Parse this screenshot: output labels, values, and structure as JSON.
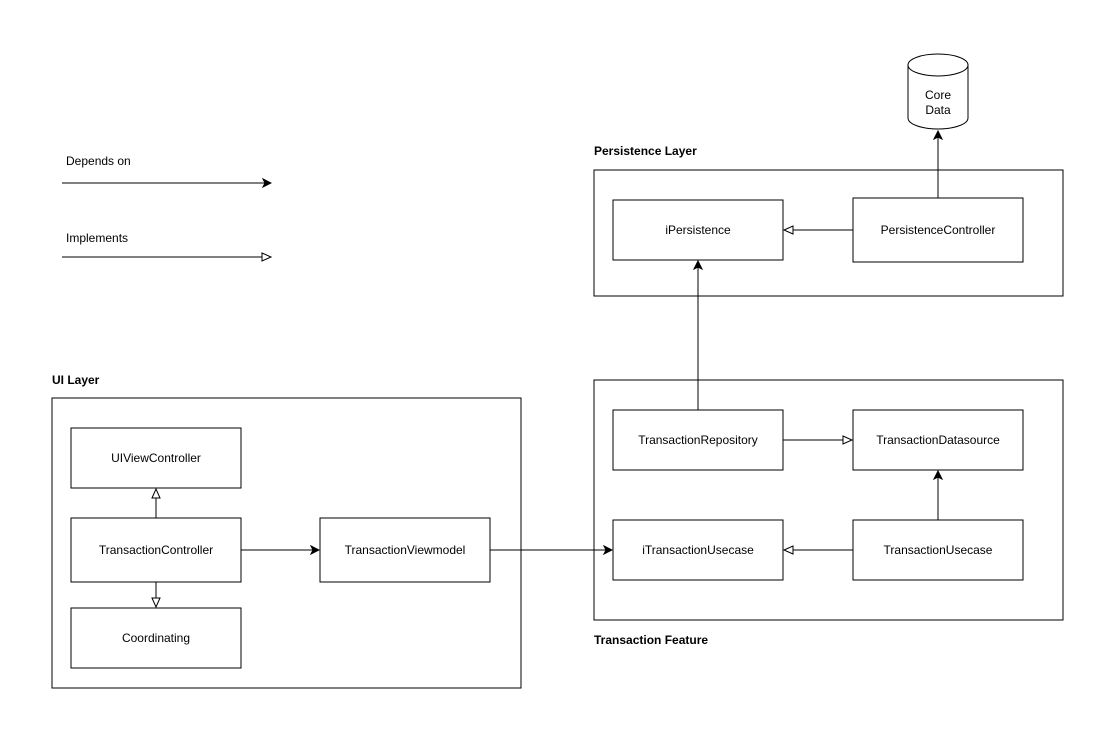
{
  "legend": {
    "depends_on": "Depends on",
    "implements": "Implements"
  },
  "groups": {
    "persistence_layer": "Persistence Layer",
    "ui_layer": "UI Layer",
    "transaction_feature": "Transaction Feature"
  },
  "database": {
    "line1": "Core",
    "line2": "Data"
  },
  "nodes": {
    "ipersistence": "iPersistence",
    "persistence_controller": "PersistenceController",
    "ui_view_controller": "UIViewController",
    "transaction_controller": "TransactionController",
    "coordinating": "Coordinating",
    "transaction_viewmodel": "TransactionViewmodel",
    "transaction_repository": "TransactionRepository",
    "transaction_datasource": "TransactionDatasource",
    "itransaction_usecase": "iTransactionUsecase",
    "transaction_usecase": "TransactionUsecase"
  }
}
